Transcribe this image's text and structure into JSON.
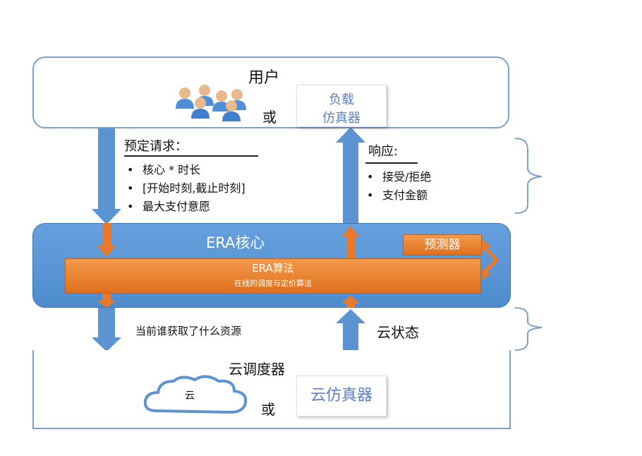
{
  "user": {
    "title": "用户",
    "or": "或",
    "simulator_line1": "负载",
    "simulator_line2": "仿真器"
  },
  "request": {
    "title": "预定请求：",
    "items": [
      "核心 * 时长",
      "[开始时刻,截止时刻]",
      "最大支付意愿"
    ]
  },
  "response": {
    "title": "响应:",
    "items": [
      "接受/拒绝",
      "支付金额"
    ]
  },
  "era": {
    "title": "ERA核心",
    "algo_title": "ERA算法",
    "algo_subtitle": "在线的调度与定价算法",
    "predictor": "预测器"
  },
  "cloud_link": {
    "down_label": "当前谁获取了什么资源",
    "up_label": "云状态"
  },
  "scheduler": {
    "title": "云调度器",
    "cloud_label": "云",
    "or": "或",
    "simulator": "云仿真器"
  },
  "colors": {
    "blue_arrow": "#5b93d3",
    "orange": "#e8782a",
    "border": "#7f9fc4",
    "sim_text": "#5b7fc4"
  }
}
